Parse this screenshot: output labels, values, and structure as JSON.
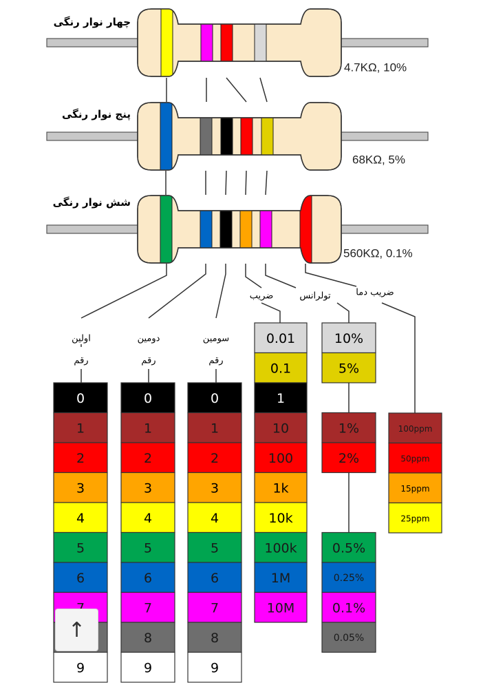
{
  "resistors": [
    {
      "label": "چهار نوار رنگی",
      "value": "4.7KΩ, 10%"
    },
    {
      "label": "پنج نوار رنگی",
      "value": "68KΩ, 5%"
    },
    {
      "label": "شش نوار رنگی",
      "value": "560KΩ, 0.1%"
    }
  ],
  "headers": {
    "digit1_line1": "اولین",
    "digit1_line2": "رقم",
    "digit2_line1": "دومین",
    "digit2_line2": "رقم",
    "digit3_line1": "سومین",
    "digit3_line2": "رقم",
    "multiplier": "ضریب",
    "tolerance": "تولرانس",
    "tempco": "ضریب دما"
  },
  "colors": {
    "black": "#000000",
    "brown": "#a52a2a",
    "red": "#ff0000",
    "orange": "#ffa500",
    "yellow": "#ffff00",
    "green": "#00a550",
    "blue": "#0067c6",
    "violet": "#ff00ff",
    "gray": "#6e6e6e",
    "white": "#ffffff",
    "gold": "#e0d000",
    "silver": "#d8d8d8",
    "body": "#fbe9c8"
  },
  "digit_column": {
    "rows": [
      {
        "text": "0",
        "color": "black"
      },
      {
        "text": "1",
        "color": "brown"
      },
      {
        "text": "2",
        "color": "red"
      },
      {
        "text": "3",
        "color": "orange"
      },
      {
        "text": "4",
        "color": "yellow"
      },
      {
        "text": "5",
        "color": "green"
      },
      {
        "text": "6",
        "color": "blue"
      },
      {
        "text": "7",
        "color": "violet"
      },
      {
        "text": "8",
        "color": "gray"
      },
      {
        "text": "9",
        "color": "white"
      }
    ]
  },
  "multiplier_column": {
    "rows": [
      {
        "text": "0.01",
        "color": "silver"
      },
      {
        "text": "0.1",
        "color": "gold"
      },
      {
        "text": "1",
        "color": "black"
      },
      {
        "text": "10",
        "color": "brown"
      },
      {
        "text": "100",
        "color": "red"
      },
      {
        "text": "1k",
        "color": "orange"
      },
      {
        "text": "10k",
        "color": "yellow"
      },
      {
        "text": "100k",
        "color": "green"
      },
      {
        "text": "1M",
        "color": "blue"
      },
      {
        "text": "10M",
        "color": "violet"
      }
    ]
  },
  "tolerance_column": {
    "rows": [
      {
        "text": "10%",
        "color": "silver",
        "slot": 0
      },
      {
        "text": "5%",
        "color": "gold",
        "slot": 1
      },
      {
        "text": "1%",
        "color": "brown",
        "slot": 3
      },
      {
        "text": "2%",
        "color": "red",
        "slot": 4
      },
      {
        "text": "0.5%",
        "color": "green",
        "slot": 7
      },
      {
        "text": "0.25%",
        "color": "blue",
        "slot": 8
      },
      {
        "text": "0.1%",
        "color": "violet",
        "slot": 9
      },
      {
        "text": "0.05%",
        "color": "gray",
        "slot": 10
      }
    ]
  },
  "tempco_column": {
    "rows": [
      {
        "text": "100ppm",
        "color": "brown"
      },
      {
        "text": "50ppm",
        "color": "red"
      },
      {
        "text": "15ppm",
        "color": "orange"
      },
      {
        "text": "25ppm",
        "color": "yellow"
      }
    ]
  },
  "scroll_button": {
    "icon": "up-arrow-icon",
    "glyph": "↑"
  }
}
